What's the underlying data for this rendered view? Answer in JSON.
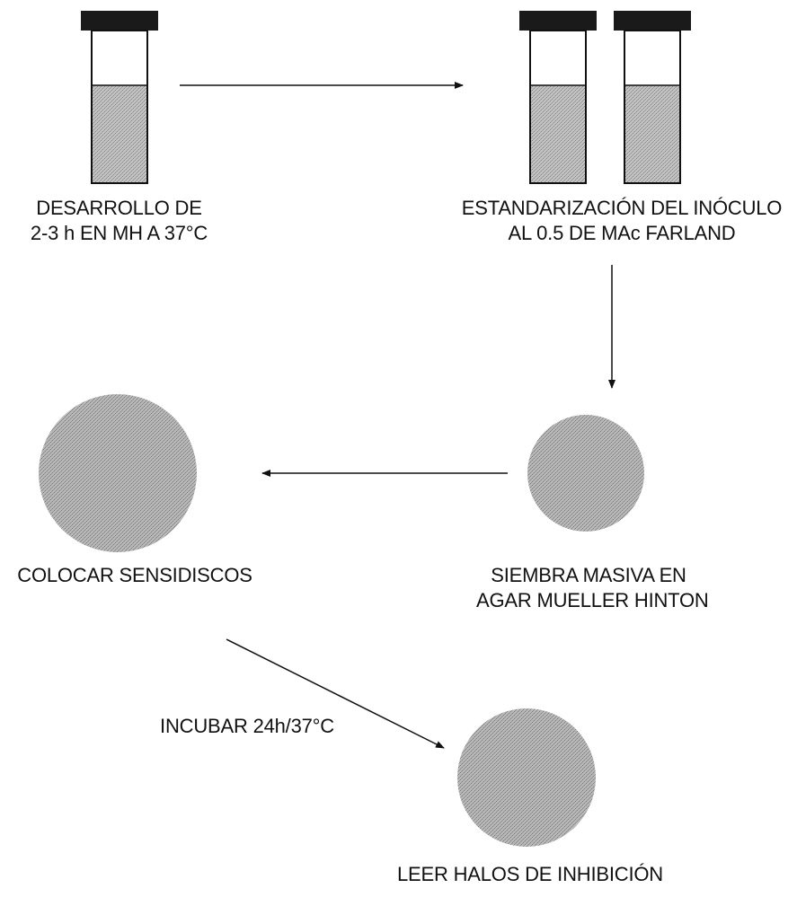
{
  "steps": {
    "growth": {
      "line1": "DESARROLLO DE",
      "line2": "2-3 h EN MH A 37°C"
    },
    "standardize": {
      "line1": "ESTANDARIZACIÓN DEL INÓCULO",
      "line2": "AL 0.5 DE MAc FARLAND"
    },
    "seed": {
      "line1": "SIEMBRA MASIVA EN",
      "line2": "AGAR MUELLER HINTON"
    },
    "discs": {
      "line1": "COLOCAR SENSIDISCOS"
    },
    "incubate": {
      "line1": "INCUBAR 24h/37°C"
    },
    "read": {
      "line1": "LEER HALOS DE INHIBICIÓN"
    }
  },
  "colors": {
    "ink": "#111111",
    "cap": "#1a1a1a",
    "medium": "#b4b4b4",
    "dish": "#a8a8a8"
  }
}
